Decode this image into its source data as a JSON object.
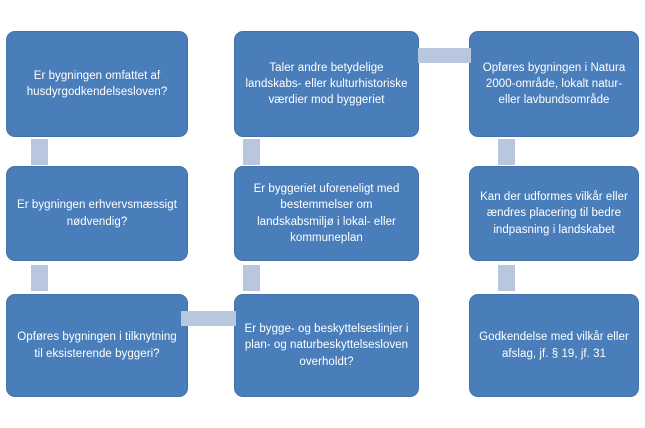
{
  "diagram": {
    "title_visible": false,
    "colors": {
      "node_fill": "#4a7ebb",
      "node_border": "#4272a6",
      "node_text": "#ffffff",
      "connector": "#b8c6de",
      "background": "#ffffff"
    },
    "nodes": [
      {
        "id": "n1",
        "row": 1,
        "column": 1,
        "text": "Er bygningen omfattet  af husdyrgodkendelsesloven?"
      },
      {
        "id": "n2",
        "row": 1,
        "column": 2,
        "text": "Taler andre betydelige landskabs- eller kulturhistoriske værdier mod byggeriet"
      },
      {
        "id": "n3",
        "row": 1,
        "column": 3,
        "text": "Opføres bygningen i Natura 2000-område, lokalt natur- eller lavbundsområde"
      },
      {
        "id": "n4",
        "row": 2,
        "column": 1,
        "text": "Er bygningen erhvervsmæssigt nødvendig?"
      },
      {
        "id": "n5",
        "row": 2,
        "column": 2,
        "text": "Er byggeriet uforeneligt med bestemmelser om landskabsmiljø i lokal- eller kommuneplan"
      },
      {
        "id": "n6",
        "row": 2,
        "column": 3,
        "text": "Kan der udformes vilkår eller ændres placering til bedre indpasning i landskabet"
      },
      {
        "id": "n7",
        "row": 3,
        "column": 1,
        "text": "Opføres bygningen i tilknytning til eksisterende byggeri?"
      },
      {
        "id": "n8",
        "row": 3,
        "column": 2,
        "text": "Er bygge- og beskyttelseslinjer i plan- og naturbeskyttelsesloven overholdt?"
      },
      {
        "id": "n9",
        "row": 3,
        "column": 3,
        "text": "Godkendelse med vilkår eller afslag, jf. § 19, jf. 31"
      }
    ],
    "connectors": [
      {
        "id": "c1",
        "from": "n1",
        "to": "n4",
        "orientation": "vertical"
      },
      {
        "id": "c2",
        "from": "n2",
        "to": "n5",
        "orientation": "vertical"
      },
      {
        "id": "c3",
        "from": "n3",
        "to": "n6",
        "orientation": "vertical"
      },
      {
        "id": "c4",
        "from": "n4",
        "to": "n7",
        "orientation": "vertical"
      },
      {
        "id": "c5",
        "from": "n5",
        "to": "n8",
        "orientation": "vertical"
      },
      {
        "id": "c6",
        "from": "n6",
        "to": "n9",
        "orientation": "vertical"
      },
      {
        "id": "c7",
        "from": "n2",
        "to": "n3",
        "orientation": "horizontal"
      },
      {
        "id": "c8",
        "from": "n7",
        "to": "n8",
        "orientation": "horizontal"
      }
    ]
  }
}
